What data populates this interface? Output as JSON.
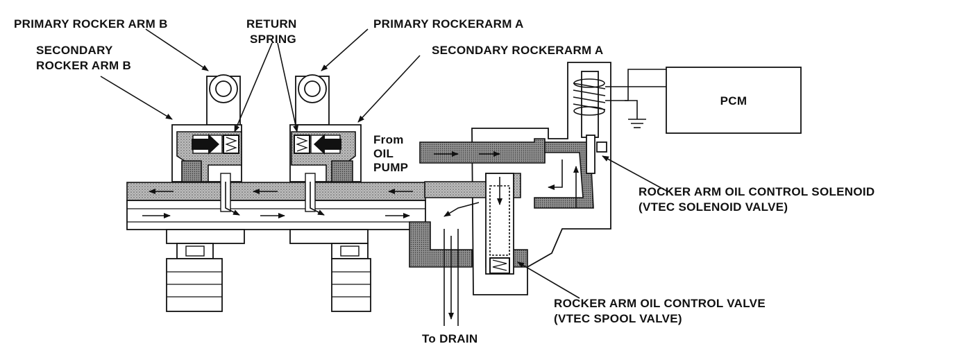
{
  "labels": {
    "primary_rocker_b": "PRIMARY ROCKER ARM B",
    "secondary_rocker_b_1": "SECONDARY",
    "secondary_rocker_b_2": "ROCKER ARM B",
    "return_spring_1": "RETURN",
    "return_spring_2": "SPRING",
    "primary_rocker_a": "PRIMARY ROCKERARM A",
    "secondary_rocker_a": "SECONDARY ROCKERARM A",
    "from_oil_1": "From",
    "from_oil_2": "OIL",
    "from_oil_3": "PUMP",
    "pcm": "PCM",
    "solenoid_1": "ROCKER ARM OIL CONTROL SOLENOID",
    "solenoid_2": "(VTEC SOLENOID VALVE)",
    "spool_1": "ROCKER ARM OIL CONTROL VALVE",
    "spool_2": "(VTEC SPOOL VALVE)",
    "to_drain": "To DRAIN"
  }
}
